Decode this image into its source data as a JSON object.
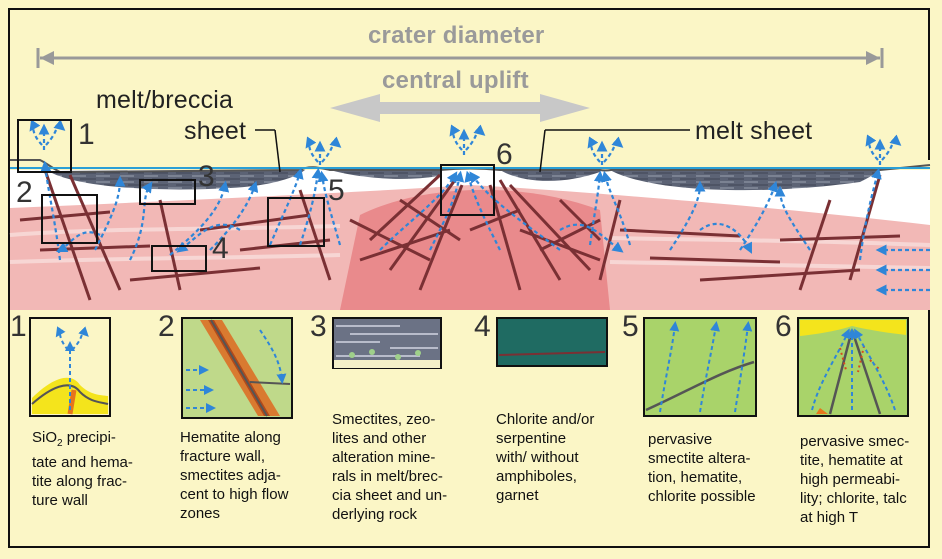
{
  "title": {
    "crater_diameter": "crater diameter",
    "central_uplift": "central uplift",
    "melt_breccia_line1": "melt/breccia",
    "melt_breccia_line2": "sheet",
    "melt_sheet": "melt sheet"
  },
  "cross_section_labels": [
    "1",
    "2",
    "3",
    "4",
    "5",
    "6"
  ],
  "panels": [
    {
      "num": "1",
      "caption_pre": "SiO",
      "caption_sub": "2",
      "caption_rest": " precipi-\ntate and hema-\ntite along frac-\nture wall"
    },
    {
      "num": "2",
      "caption": "Hematite along\nfracture wall,\nsmectites adja-\ncent to high flow\nzones"
    },
    {
      "num": "3",
      "caption": "Smectites, zeo-\nlites and other\nalteration mine-\nrals in melt/brec-\ncia sheet and un-\nderlying rock"
    },
    {
      "num": "4",
      "caption": "Chlorite and/or\nserpentine\nwith/ without\namphiboles,\ngarnet"
    },
    {
      "num": "5",
      "caption": "pervasive\nsmectite altera-\ntion, hematite,\nchlorite possible"
    },
    {
      "num": "6",
      "caption": "pervasive smec-\ntite, hematite at\nhigh permeabi-\nlity; chlorite, talc\nat high T"
    }
  ],
  "colors": {
    "background": "#fbf6c6",
    "rock_pink": "#f2b8b6",
    "uplift_pink": "#e98a8c",
    "melt_gray": "#5c6375",
    "flow_arrow": "#2f86d8",
    "water_line": "#2a9fd6",
    "fault_brown": "#7a3034",
    "chlorite_teal": "#1f6b62",
    "smectite_green": "#a9d36a",
    "precipitate_yellow": "#f4e41c"
  }
}
